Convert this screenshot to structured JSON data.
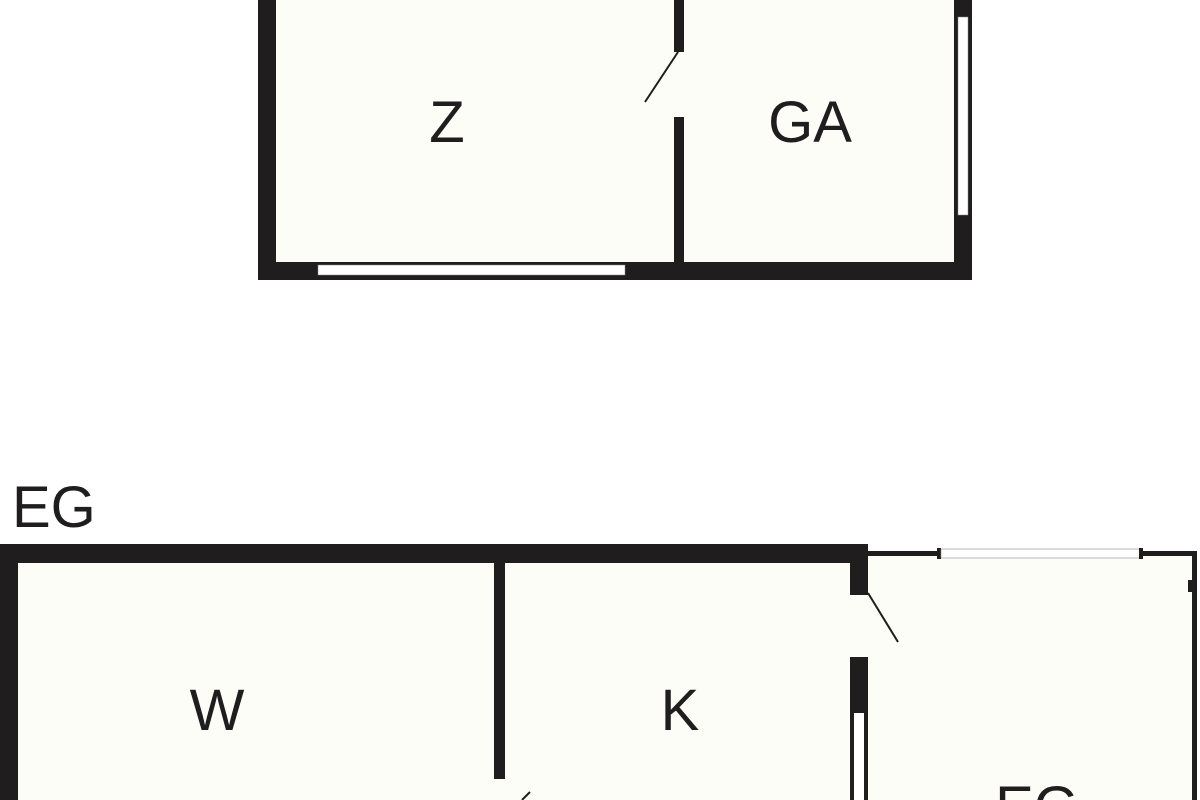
{
  "floors": {
    "upper": {
      "rooms": [
        {
          "label": "Z"
        },
        {
          "label": "GA"
        }
      ]
    },
    "ground": {
      "title": "EG",
      "rooms": [
        {
          "label": "W"
        },
        {
          "label": "K"
        },
        {
          "label": "EG"
        }
      ]
    }
  },
  "colors": {
    "wall": "#1f1d1e",
    "floor": "#fdfdf8",
    "window": "#ffffff"
  }
}
